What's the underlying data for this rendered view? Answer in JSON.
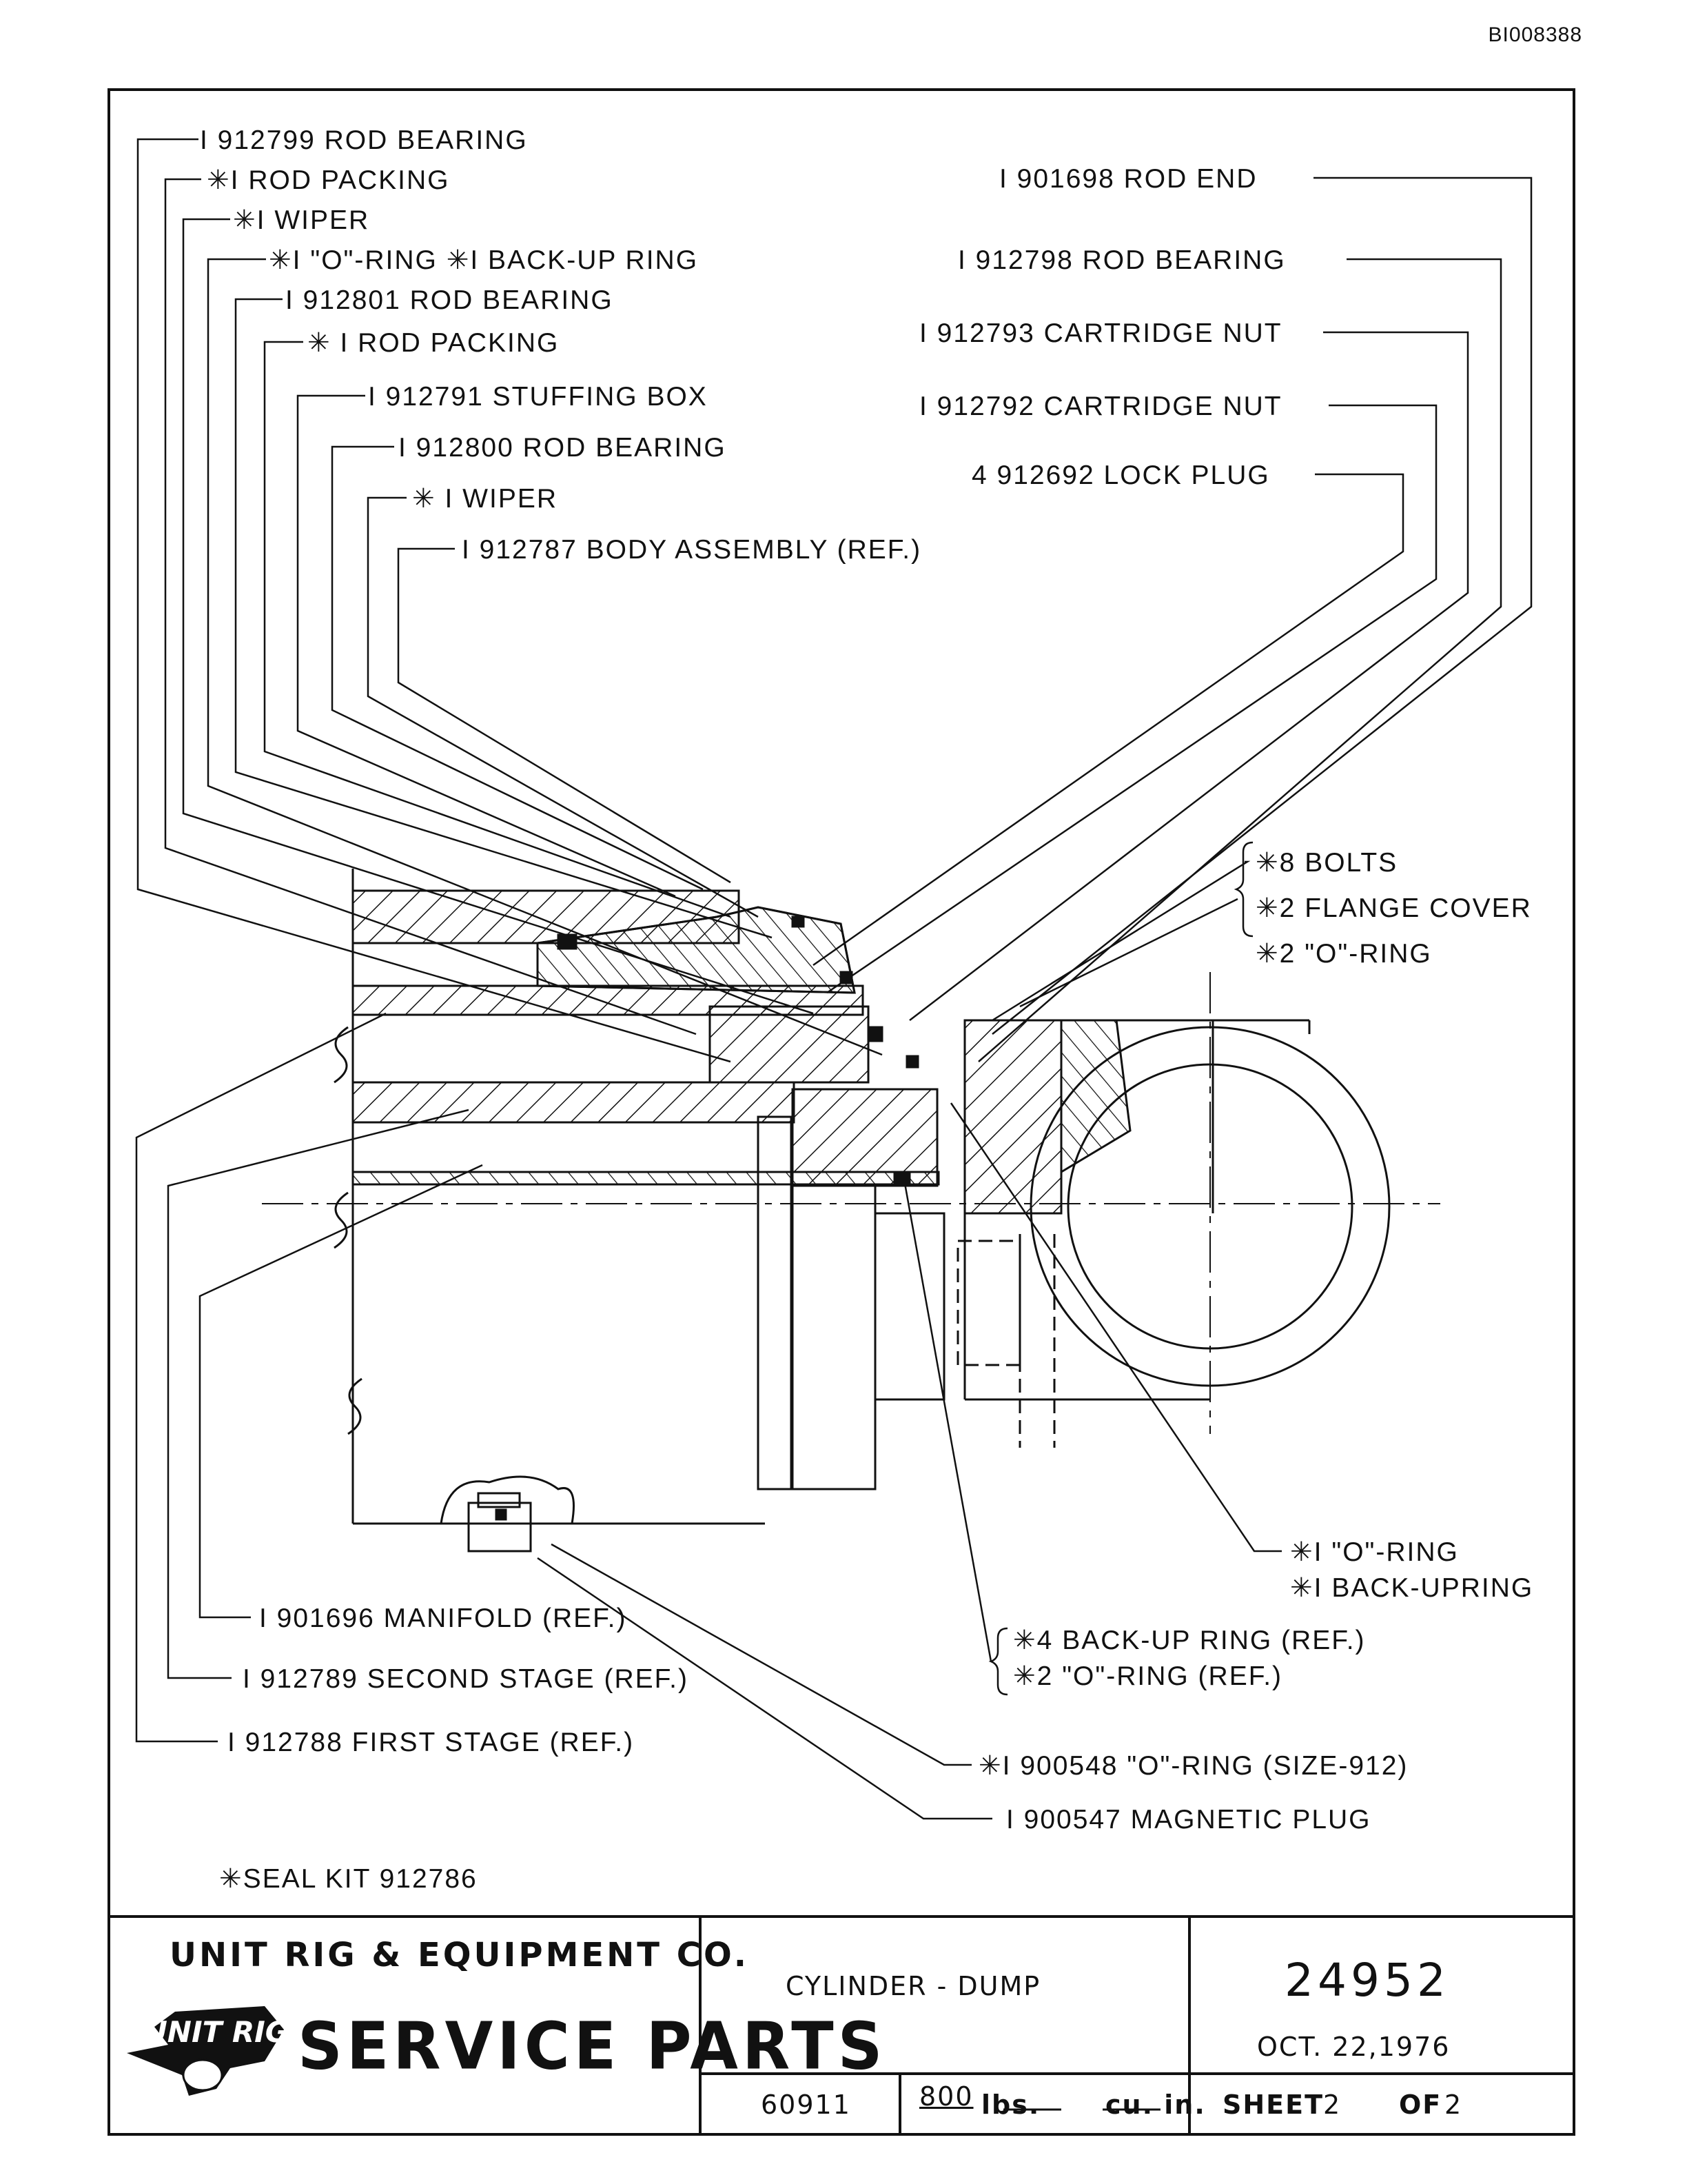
{
  "document_id": "BI008388",
  "callouts_left_top": [
    "I 912799 ROD BEARING",
    "✳I ROD PACKING",
    "✳I WIPER",
    "✳I \"O\"-RING ✳I BACK-UP RING",
    "I 912801 ROD BEARING",
    "✳ I ROD PACKING",
    "I 912791 STUFFING BOX",
    "I 912800 ROD BEARING",
    "✳ I WIPER",
    "I 912787 BODY ASSEMBLY (REF.)"
  ],
  "callouts_right_top": [
    "I 901698 ROD END",
    "I 912798 ROD BEARING",
    "I 912793 CARTRIDGE NUT",
    "I 912792 CARTRIDGE NUT",
    "4 912692 LOCK PLUG"
  ],
  "callouts_right_mid": [
    "✳8 BOLTS",
    "✳2 FLANGE COVER",
    "✳2 \"O\"-RING"
  ],
  "callouts_bottom_left": [
    "I 901696 MANIFOLD (REF.)",
    "I 912789 SECOND STAGE (REF.)",
    "I 912788 FIRST STAGE (REF.)"
  ],
  "callouts_bottom_right": [
    "✳I \"O\"-RING",
    "✳I BACK-UPRING",
    "✳4 BACK-UP RING (REF.)",
    "✳2 \"O\"-RING (REF.)",
    "✳I 900548 \"O\"-RING (SIZE-912)",
    "I 900547 MAGNETIC PLUG"
  ],
  "seal_kit": "✳SEAL KIT 912786",
  "title_block": {
    "company": "UNIT RIG & EQUIPMENT CO.",
    "logo_text": "UNIT RIG",
    "service_parts": "SERVICE PARTS",
    "title": "CYLINDER - DUMP",
    "drawing_number": "24952",
    "date": "OCT. 22,1976",
    "part_number": "60911",
    "weight": "800",
    "weight_unit": "lbs.",
    "volume_unit": "cu. in.",
    "sheet_label": "SHEET",
    "sheet_number": "2",
    "of_label": "OF",
    "sheet_total": "2"
  }
}
